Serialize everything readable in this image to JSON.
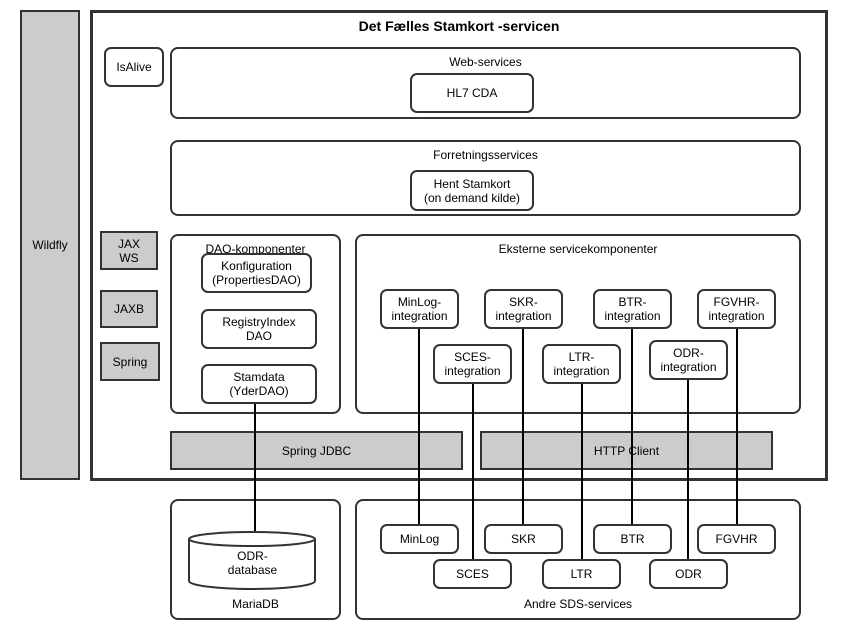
{
  "outer_left": "Wildfly",
  "main": {
    "title": "Det Fælles Stamkort -servicen",
    "isalive": "IsAlive",
    "web_services": {
      "label": "Web-services",
      "item": "HL7 CDA"
    },
    "business": {
      "label": "Forretningsservices",
      "item": "Hent Stamkort\n(on demand kilde)"
    },
    "side_items": [
      "JAX\nWS",
      "JAXB",
      "Spring"
    ],
    "dao": {
      "label": "DAO-komponenter",
      "items": [
        "Konfiguration\n(PropertiesDAO)",
        "RegistryIndex\nDAO",
        "Stamdata\n(YderDAO)"
      ]
    },
    "external": {
      "label": "Eksterne servicekomponenter",
      "top": [
        "MinLog-\nintegration",
        "SKR-\nintegration",
        "BTR-\nintegration",
        "FGVHR-\nintegration"
      ],
      "bottom": [
        "SCES-\nintegration",
        "LTR-\nintegration",
        "ODR-\nintegration"
      ]
    },
    "spring_jdbc": "Spring JDBC",
    "http_client": "HTTP Client"
  },
  "mariadb": {
    "label": "MariaDB",
    "database": "ODR-\ndatabase"
  },
  "sds": {
    "label": "Andre SDS-services",
    "top": [
      "MinLog",
      "SKR",
      "BTR",
      "FGVHR"
    ],
    "bottom": [
      "SCES",
      "LTR",
      "ODR"
    ]
  }
}
